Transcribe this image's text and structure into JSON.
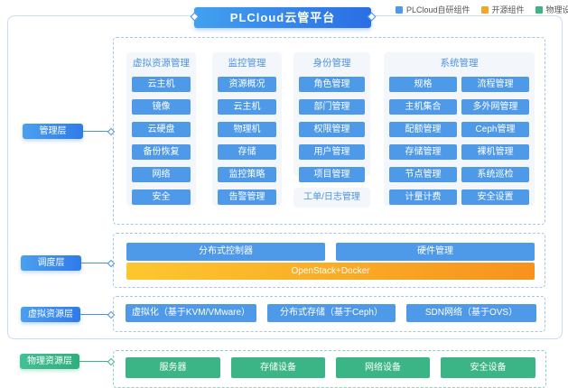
{
  "title": "PLCloud云管平台",
  "legend": [
    {
      "label": "PLCloud自研组件",
      "color": "#4e9ae9"
    },
    {
      "label": "开源组件",
      "color": "#f5a623"
    },
    {
      "label": "物理设备",
      "color": "#3bb585"
    }
  ],
  "management": {
    "label": "管理层",
    "panels": [
      {
        "header": "虚拟资源管理",
        "items": [
          "云主机",
          "镜像",
          "云硬盘",
          "备份恢复",
          "网络",
          "安全"
        ]
      },
      {
        "header": "监控管理",
        "items": [
          "资源概况",
          "云主机",
          "物理机",
          "存储",
          "监控策略",
          "告警管理"
        ]
      },
      {
        "header": "身份管理",
        "items": [
          "角色管理",
          "部门管理",
          "权限管理",
          "用户管理",
          "项目管理"
        ]
      },
      {
        "header": "系统管理",
        "col1": [
          "规格",
          "主机集合",
          "配额管理",
          "存储管理",
          "节点管理",
          "计量计费"
        ],
        "col2": [
          "流程管理",
          "多外网管理",
          "Ceph管理",
          "裸机管理",
          "系统巡检",
          "安全设置"
        ]
      }
    ],
    "ticket_box": "工单/日志管理"
  },
  "scheduling": {
    "label": "调度层",
    "bars": [
      "分布式控制器",
      "硬件管理"
    ],
    "open_source_bar": "OpenStack+Docker"
  },
  "virtualization": {
    "label": "虚拟资源层",
    "bars": [
      "虚拟化（基于KVM/VMware）",
      "分布式存储（基于Ceph）",
      "SDN网络（基于OVS）"
    ]
  },
  "physical": {
    "label": "物理资源层",
    "boxes": [
      "服务器",
      "存储设备",
      "网络设备",
      "安全设备"
    ]
  },
  "colors": {
    "component_blue": "#4e9ae9",
    "open_source_orange_start": "#fdc72f",
    "open_source_orange_end": "#f7921e",
    "physical_green": "#3bb585",
    "title_gradient_start": "#41a1f0",
    "title_gradient_end": "#2a6ee4",
    "panel_background": "#f3f7fc",
    "dashed_border_blue": "#a6c4ee",
    "dashed_border_green": "#8fd0b4",
    "outer_border": "#cadcf4"
  }
}
